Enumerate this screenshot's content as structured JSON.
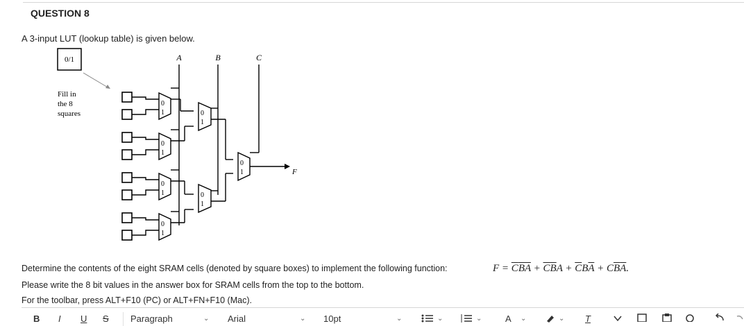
{
  "question": {
    "title": "QUESTION 8",
    "intro": "A 3-input LUT (lookup table) is given below.",
    "diagram": {
      "legend_box": "0/1",
      "fill_text": [
        "Fill in",
        "the 8",
        "squares"
      ],
      "inputs": [
        "A",
        "B",
        "C"
      ],
      "output": "F",
      "mux_inputs": [
        "0",
        "1"
      ]
    },
    "instruction1": "Determine the contents of the eight SRAM cells (denoted by square boxes) to implement the following function:",
    "formula": {
      "lhs": "F = ",
      "terms": [
        {
          "c": "C",
          "b": "B",
          "a": "A",
          "c_bar": true,
          "b_bar": true,
          "a_bar": true
        },
        {
          "c": "C",
          "b": "B",
          "a": "A",
          "c_bar": true,
          "b_bar": true,
          "a_bar": false
        },
        {
          "c": "C",
          "b": "B",
          "a": "A",
          "c_bar": true,
          "b_bar": false,
          "a_bar": true
        },
        {
          "c": "C",
          "b": "B",
          "a": "A",
          "c_bar": false,
          "b_bar": true,
          "a_bar": true
        }
      ],
      "plus": " + ",
      "end": "."
    },
    "instruction2": "Please write the 8 bit values in the answer box for SRAM cells from the top to the bottom.",
    "instruction3": "For the toolbar, press ALT+F10 (PC) or ALT+FN+F10 (Mac)."
  },
  "toolbar": {
    "bold": "B",
    "italic": "I",
    "underline": "U",
    "strike": "S",
    "paragraph": "Paragraph",
    "font": "Arial",
    "size": "10pt",
    "chevron": "⌄",
    "text_color": "A",
    "clear_format": "T"
  }
}
